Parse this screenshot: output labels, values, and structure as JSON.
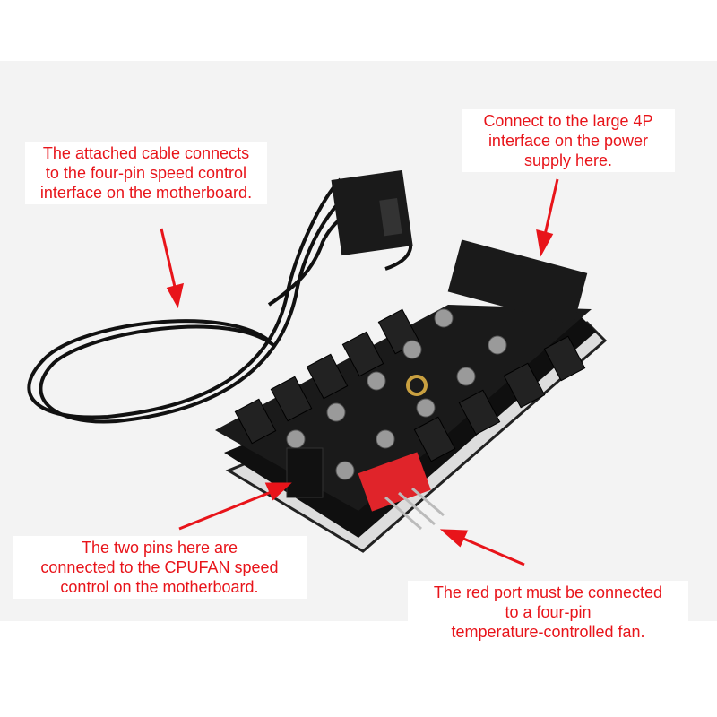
{
  "annotations": {
    "cable": "The attached cable connects to the four-pin speed control interface on the motherboard.",
    "cable_lines": [
      "The attached cable connects",
      "to the four-pin speed control",
      "interface on the motherboard."
    ],
    "power_lines": [
      "Connect to the large 4P",
      "interface on the power",
      "supply here."
    ],
    "cpufan_lines": [
      "The two pins here are",
      "connected to the CPUFAN speed",
      "control on the motherboard."
    ],
    "red_port_lines": [
      "The red port must be connected",
      "to a four-pin",
      "temperature-controlled fan."
    ]
  },
  "colors": {
    "annotation": "#e8141a",
    "board": "#151515",
    "red_port": "#e0242a"
  }
}
